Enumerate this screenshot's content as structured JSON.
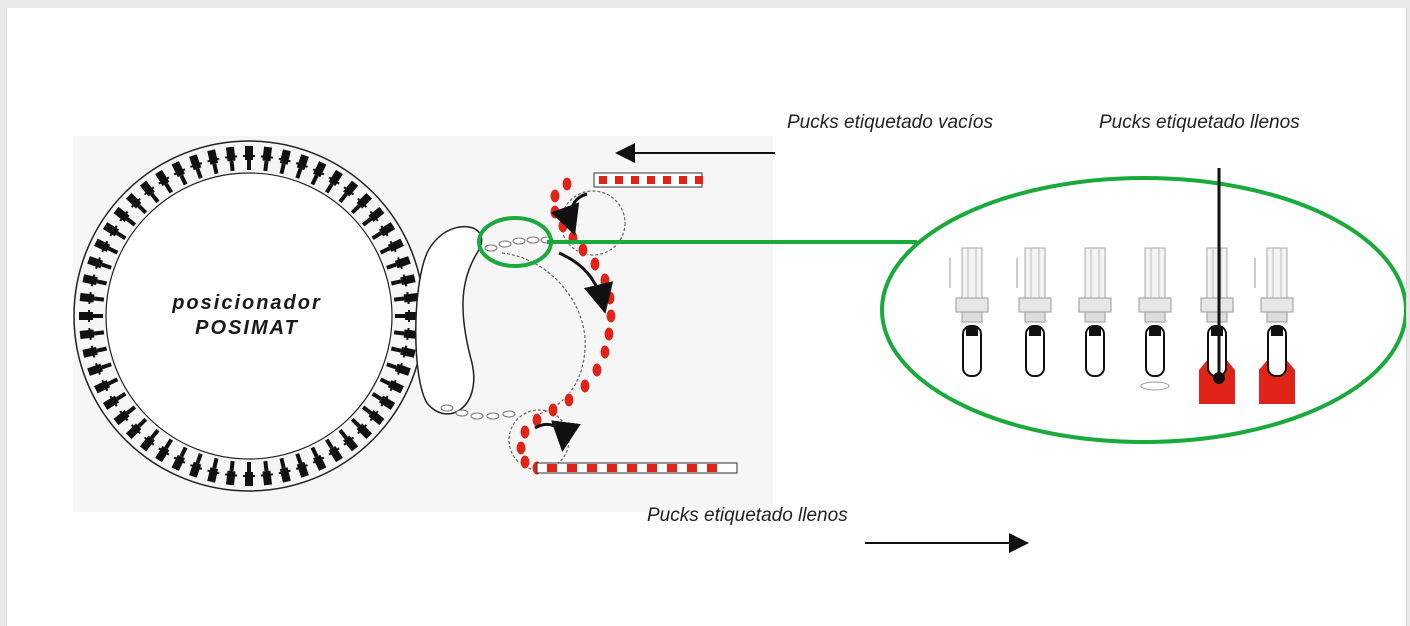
{
  "labels": {
    "empty_pucks": "Pucks etiquetado vacíos",
    "full_pucks_top": "Pucks etiquetado llenos",
    "full_pucks_bottom": "Pucks etiquetado llenos",
    "positioner_line1": "posicionador",
    "positioner_line2": "POSIMAT"
  },
  "colors": {
    "frame_bg": "#ffffff",
    "accent_green": "#1aaa3c",
    "puck_red": "#e02418",
    "line_black": "#111111"
  }
}
